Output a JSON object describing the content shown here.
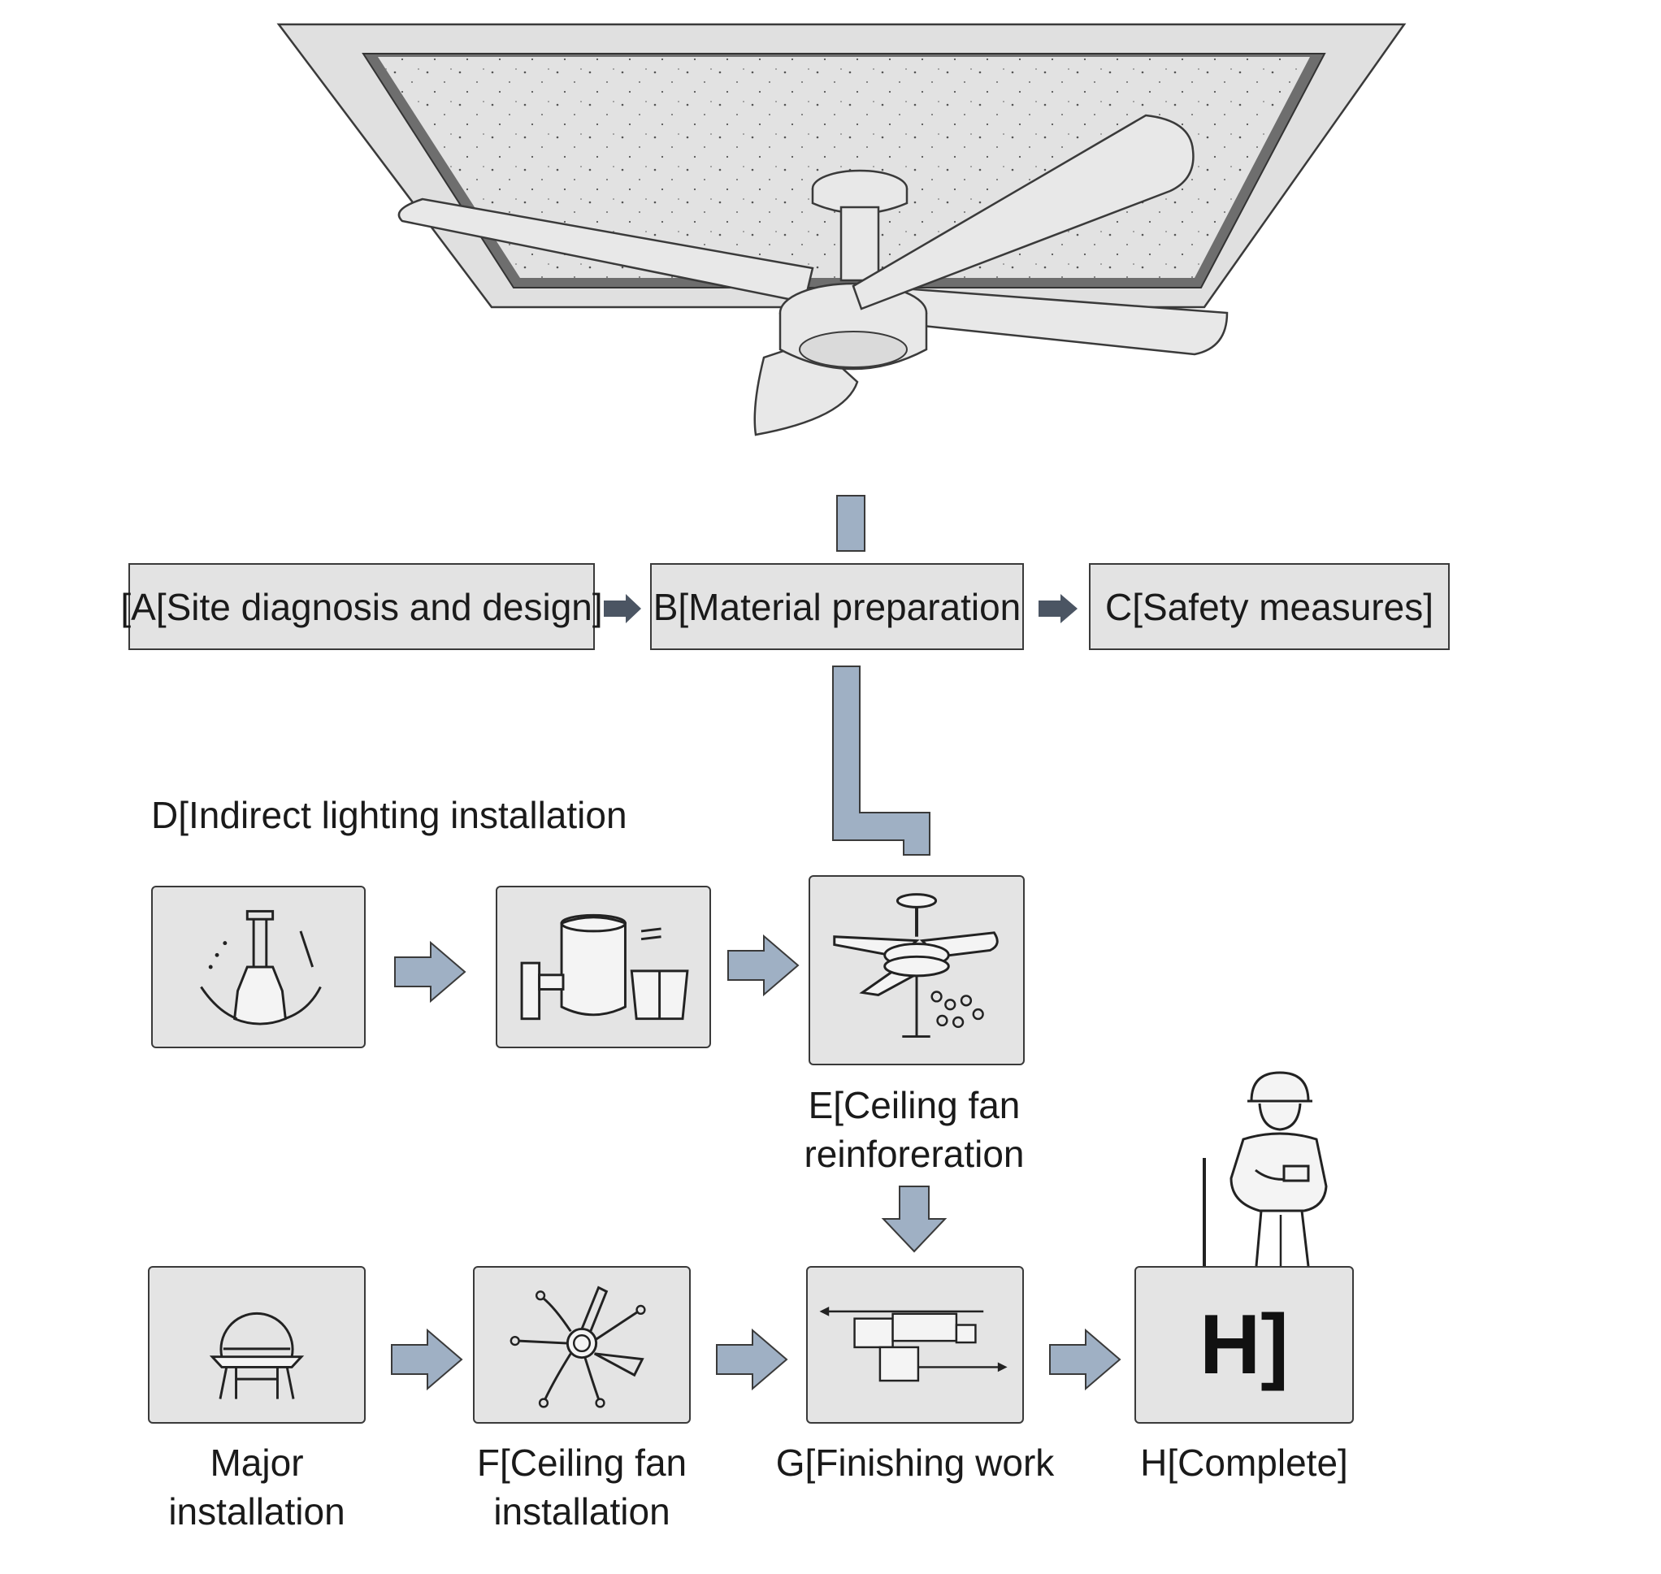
{
  "flow": {
    "box_a": "[A[Site diagnosis and design]",
    "box_b": "B[Material preparation",
    "box_c": "C[Safety measures]",
    "label_d": "D[Indirect lighting installation",
    "label_e_line1": "E[Ceiling fan",
    "label_e_line2": "reinforeration",
    "label_major_line1": "Major",
    "label_major_line2": "installation",
    "label_f_line1": "F[Ceiling fan",
    "label_f_line2": "installation",
    "label_g": "G[Finishing work",
    "label_h": "H[Complete]",
    "tile_h_text": "H]"
  },
  "icons": {
    "hero": "ceiling-fan-illustration",
    "d1": "pendant-light-icon",
    "d2": "fixtures-icon",
    "e": "ceiling-fan-icon",
    "major": "globe-lamp-icon",
    "f": "fan-blades-icon",
    "g": "finishing-diagram-icon",
    "worker": "worker-figure"
  },
  "colors": {
    "connector": "#9fb0c4",
    "small_arrow": "#4b5563",
    "box_fill": "#e3e3e3",
    "ceiling_fill": "#e0e0e0"
  }
}
